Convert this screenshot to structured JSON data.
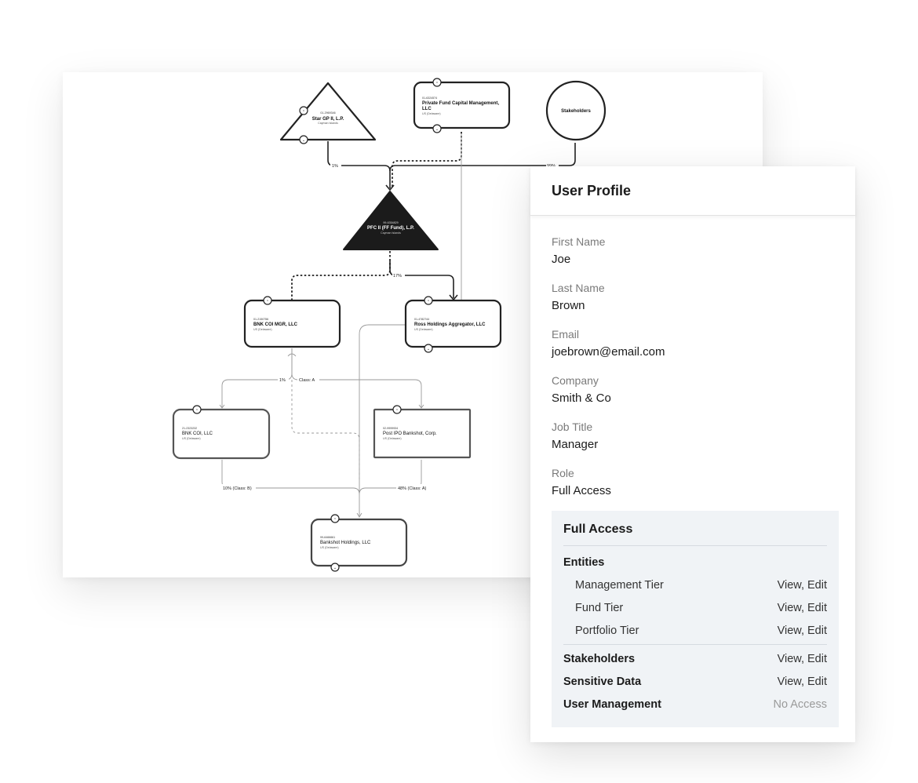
{
  "chart": {
    "nodes": {
      "star_gp": {
        "id": "01-2969346",
        "name": "Star GP II, L.P.",
        "jurisdiction": "Cayman Islands"
      },
      "pfcm": {
        "id": "01-6324574",
        "name": "Private Fund Capital Management,",
        "name2": "LLC",
        "jurisdiction": "US (Delaware)"
      },
      "stakeholders": {
        "name": "Stakeholders"
      },
      "pfc_fund": {
        "id": "99-6354829",
        "name": "PFC II (FF Fund), L.P.",
        "jurisdiction": "Cayman Islands"
      },
      "bnk_mgr": {
        "id": "01-2150756",
        "name": "BNK COI MGR, LLC",
        "jurisdiction": "US (Delaware)"
      },
      "ross": {
        "id": "01-4782744",
        "name": "Ross Holdings Aggregator, LLC",
        "jurisdiction": "US (Delaware)"
      },
      "bnk_coi": {
        "id": "21-2323232",
        "name": "BNK COI, LLC",
        "jurisdiction": "US (Delaware)"
      },
      "post_ipo": {
        "id": "02-9999934",
        "name": "Post IPO Bankshot, Corp.",
        "jurisdiction": "US (Delaware)"
      },
      "bankshot": {
        "id": "99-6466661",
        "name": "Bankshot Holdings, LLC",
        "jurisdiction": "US (Delaware)"
      }
    },
    "edges": {
      "star_to_fund": "1%",
      "stake_to_fund": "99%",
      "fund_to_ross": "17%",
      "mgr_to_coi": "1%",
      "mgr_to_ipo": "Class: A",
      "coi_to_bankshot": "10% (Class: B)",
      "ipo_to_bankshot": "48% (Class: A)"
    },
    "toggle_glyphs": {
      "expand": "⌃",
      "collapse": "⌄"
    }
  },
  "profile": {
    "title": "User Profile",
    "fields": [
      {
        "label": "First Name",
        "value": "Joe"
      },
      {
        "label": "Last Name",
        "value": "Brown"
      },
      {
        "label": "Email",
        "value": "joebrown@email.com"
      },
      {
        "label": "Company",
        "value": "Smith & Co"
      },
      {
        "label": "Job Title",
        "value": "Manager"
      },
      {
        "label": "Role",
        "value": "Full Access"
      }
    ],
    "access": {
      "title": "Full Access",
      "entities_label": "Entities",
      "entity_tiers": [
        {
          "label": "Management Tier",
          "perm": "View, Edit"
        },
        {
          "label": "Fund Tier",
          "perm": "View, Edit"
        },
        {
          "label": "Portfolio Tier",
          "perm": "View, Edit"
        }
      ],
      "sections": [
        {
          "label": "Stakeholders",
          "perm": "View, Edit"
        },
        {
          "label": "Sensitive Data",
          "perm": "View, Edit"
        },
        {
          "label": "User Management",
          "perm": "No Access"
        }
      ]
    }
  }
}
